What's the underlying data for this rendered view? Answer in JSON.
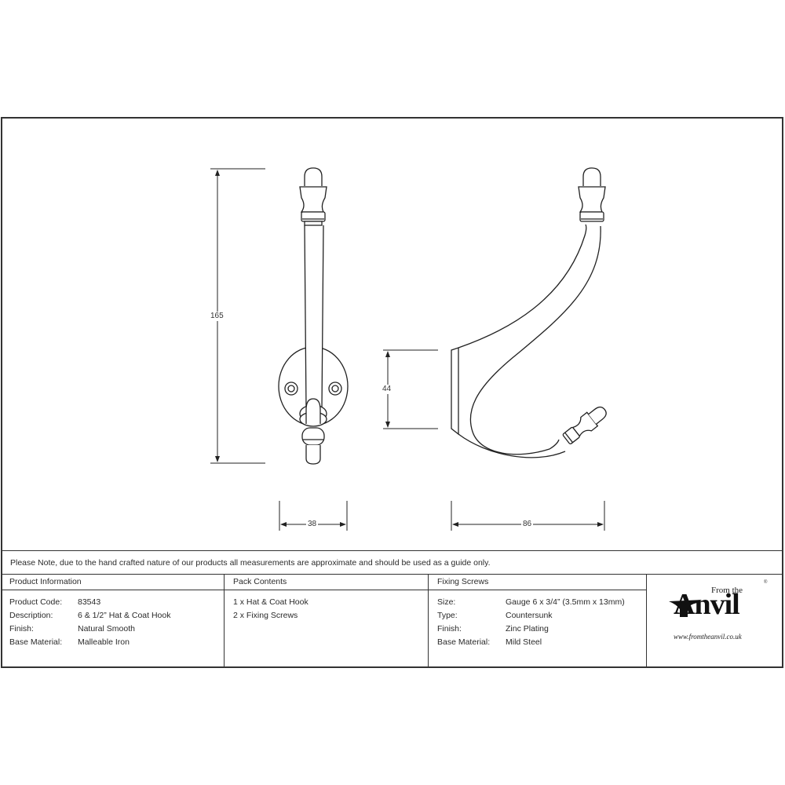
{
  "drawing": {
    "front_view": {
      "height_dim": "165",
      "width_dim": "38"
    },
    "side_view": {
      "plate_height_dim": "44",
      "projection_dim": "86"
    }
  },
  "note": "Please Note, due to the hand crafted nature of our products all measurements are approximate and should be used as a guide only.",
  "product_information": {
    "heading": "Product Information",
    "rows": [
      {
        "label": "Product Code:",
        "value": "83543"
      },
      {
        "label": "Description:",
        "value": "6 & 1/2” Hat & Coat Hook"
      },
      {
        "label": "Finish:",
        "value": "Natural Smooth"
      },
      {
        "label": "Base Material:",
        "value": "Malleable Iron"
      }
    ]
  },
  "pack_contents": {
    "heading": "Pack Contents",
    "items": [
      "1 x Hat & Coat Hook",
      "2 x Fixing Screws"
    ]
  },
  "fixing_screws": {
    "heading": "Fixing Screws",
    "rows": [
      {
        "label": "Size:",
        "value": "Gauge 6 x 3/4” (3.5mm x 13mm)"
      },
      {
        "label": "Type:",
        "value": "Countersunk"
      },
      {
        "label": "Finish:",
        "value": "Zinc Plating"
      },
      {
        "label": "Base Material:",
        "value": "Mild Steel"
      }
    ]
  },
  "logo": {
    "from_text": "From the",
    "brand": "Anvil",
    "registered": "®",
    "url": "www.fromtheanvil.co.uk",
    "icon": "anvil-icon"
  }
}
